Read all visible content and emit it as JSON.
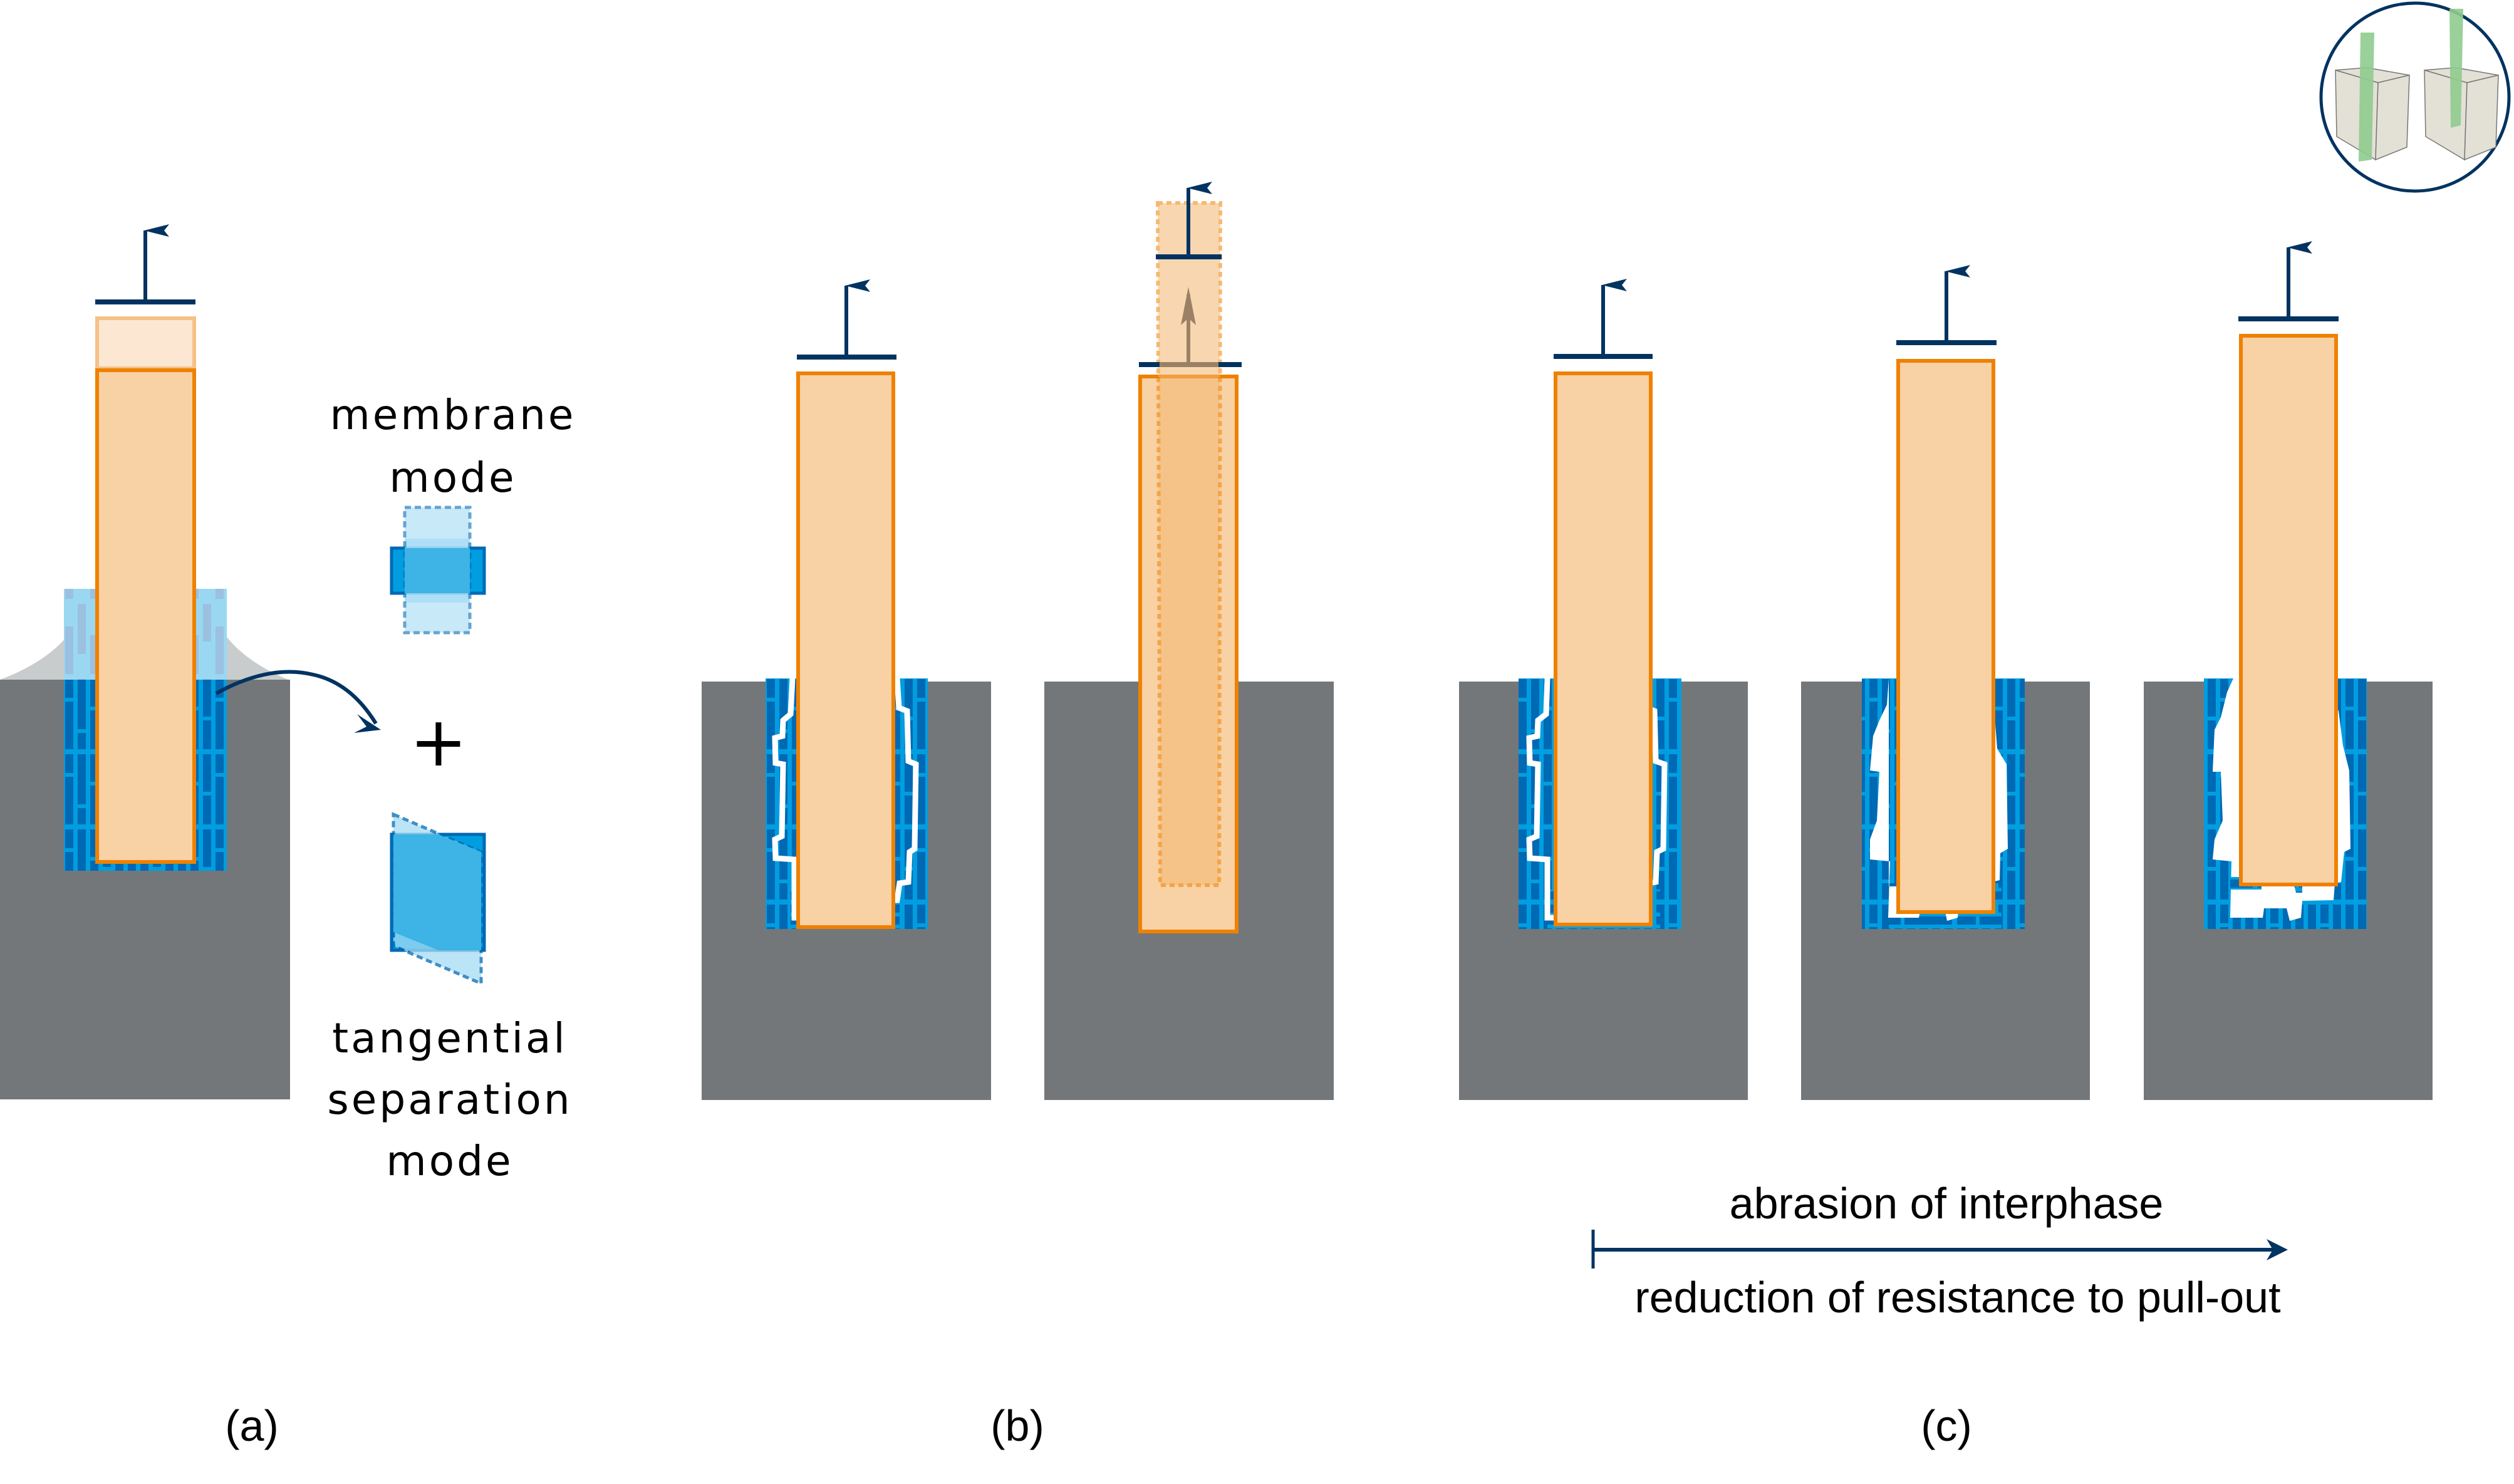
{
  "figure": {
    "colors": {
      "matrix": "#73777a",
      "matrix_light": "#c9cccd",
      "interphase_bg": "#009ee0",
      "interphase_brick": "#0069b4",
      "interphase_light": "#9ad8f2",
      "fiber_fill": "#f8d1a4",
      "fiber_fill_ghost": "#fbe7d2",
      "fiber_stroke": "#ef8100",
      "fiber_stroke_ghost": "#f6c187",
      "arrow": "#003361",
      "arrow_ghost": "#9a8166",
      "mode_dark": "#009ee0",
      "mode_stroke": "#0069b4",
      "mode_light": "#a5dcf5",
      "crack": "#ffffff",
      "inset_block": "#e3e0d6",
      "inset_fiber": "#8fcb8f"
    },
    "panel_a": {
      "label": "(a)",
      "mode_top_line1": "membrane",
      "mode_top_line2": "mode",
      "plus_sign": "+",
      "mode_bottom_line1": "tangential",
      "mode_bottom_line2": "separation",
      "mode_bottom_line3": "mode"
    },
    "panel_b": {
      "label": "(b)"
    },
    "panel_c": {
      "label": "(c)",
      "progress_top": "abrasion of interphase",
      "progress_bottom": "reduction of resistance to pull-out",
      "stages": [
        {
          "name": "intact-crack",
          "damage_level": 1
        },
        {
          "name": "moderate-abrasion",
          "damage_level": 2
        },
        {
          "name": "severe-abrasion",
          "damage_level": 3
        }
      ]
    },
    "inset": {
      "icon": "pull-out-specimen-icon"
    }
  }
}
